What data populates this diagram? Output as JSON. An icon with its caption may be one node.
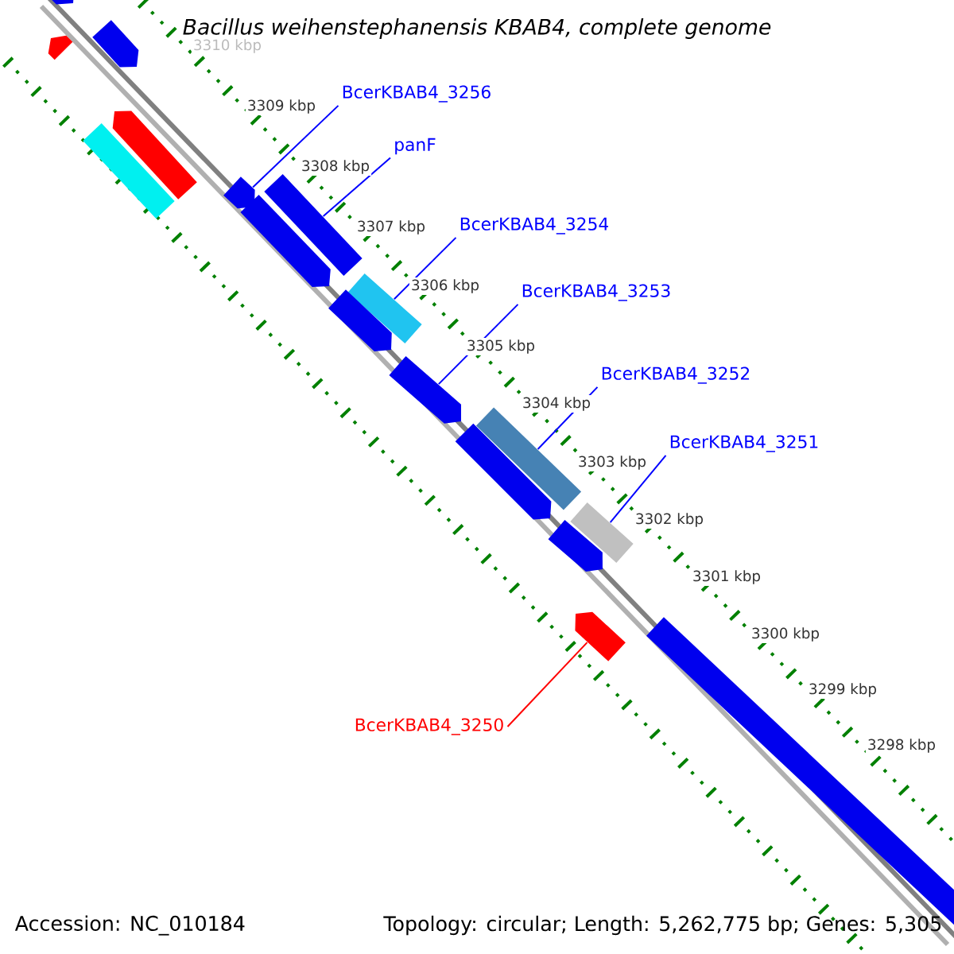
{
  "diagram": {
    "title": "Bacillus weihenstephanensis KBAB4, complete genome",
    "nodes": [
      {
        "text": [
          "BcerKBAB4_3256"
        ]
      },
      {
        "text": [
          "panF"
        ]
      },
      {
        "text": [
          "BcerKBAB4_3254"
        ]
      },
      {
        "text": [
          "BcerKBAB4_3253"
        ]
      },
      {
        "text": [
          "BcerKBAB4_3252"
        ]
      },
      {
        "text": [
          "BcerKBAB4_3251"
        ]
      },
      {
        "text": [
          "BcerKBAB4_3250"
        ]
      },
      {
        "text": [],
        "shape": "arrow"
      },
      {
        "text": [],
        "shape": "arrow"
      },
      {
        "text": [],
        "shape": "arrow"
      },
      {
        "text": [],
        "shape": "arrow"
      },
      {
        "text": [],
        "shape": "bar"
      },
      {
        "text": [],
        "shape": "arrow"
      },
      {
        "text": [],
        "shape": "bar"
      },
      {
        "text": [],
        "shape": "arrow"
      },
      {
        "text": [],
        "shape": "bar"
      },
      {
        "text": [],
        "shape": "arrow"
      },
      {
        "text": [],
        "shape": "arrow"
      },
      {
        "text": [],
        "shape": "bar"
      },
      {
        "text": [],
        "shape": "arrow"
      },
      {
        "text": [],
        "shape": "bar"
      },
      {
        "text": [],
        "shape": "arrow"
      },
      {
        "text": [],
        "shape": "arrow"
      },
      {
        "text": [],
        "shape": "bar"
      }
    ],
    "edges": [
      {
        "from": 0,
        "to": 12,
        "arrow": "none"
      },
      {
        "from": 1,
        "to": 13,
        "arrow": "none"
      },
      {
        "from": 2,
        "to": 15,
        "arrow": "none"
      },
      {
        "from": 3,
        "to": 17,
        "arrow": "none"
      },
      {
        "from": 4,
        "to": 18,
        "arrow": "none"
      },
      {
        "from": 5,
        "to": 20,
        "arrow": "none"
      },
      {
        "from": 6,
        "to": 22,
        "arrow": "none",
        "color": "#ff0000"
      }
    ],
    "labels": [
      "3310 kbp",
      "3309 kbp",
      "3308 kbp",
      "3307 kbp",
      "3306 kbp",
      "3305 kbp",
      "3304 kbp",
      "3303 kbp",
      "3302 kbp",
      "3301 kbp",
      "3300 kbp",
      "3299 kbp",
      "3298 kbp",
      "Accession: NC_010184",
      "Topology: circular; Length: 5,262,775 bp; Genes: 5,305"
    ]
  }
}
